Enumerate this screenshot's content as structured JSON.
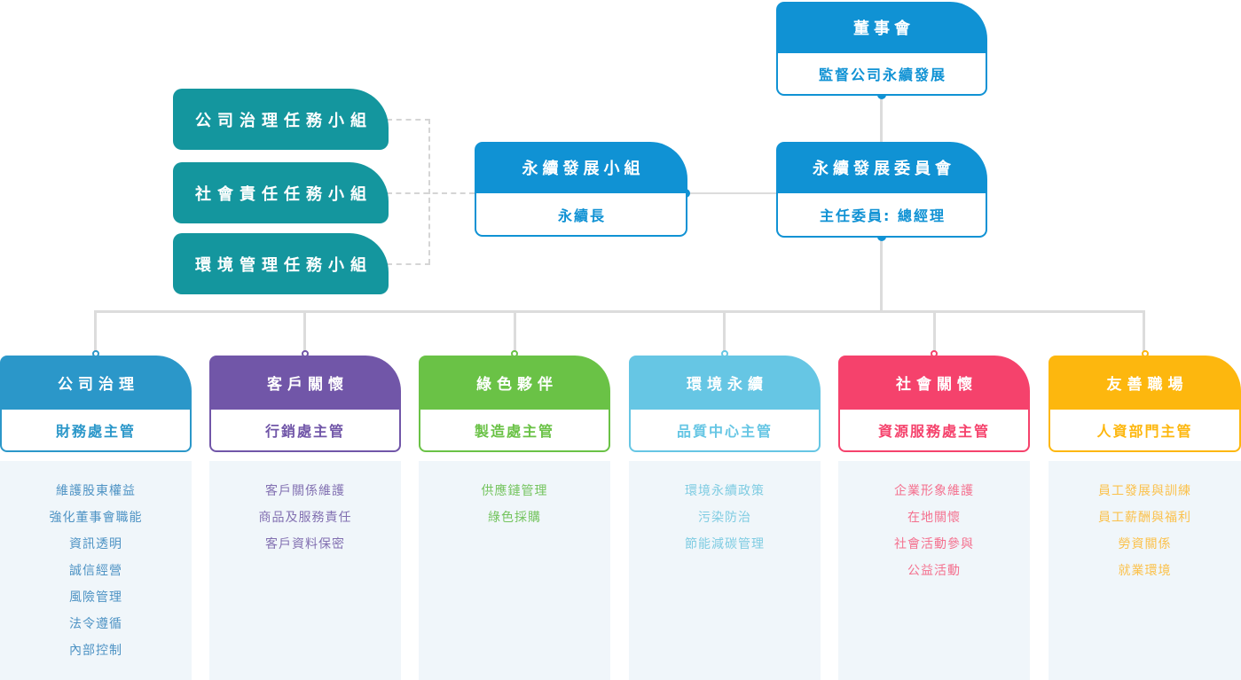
{
  "palette": {
    "primary_blue": "#1092d4",
    "teal": "#14969e",
    "line_gray": "#dcdcdc",
    "panel_bg": "#f0f6fa"
  },
  "board": {
    "title": "董事會",
    "subtitle": "監督公司永續發展"
  },
  "committee": {
    "title": "永續發展委員會",
    "subtitle": "主任委員: 總經理"
  },
  "group": {
    "title": "永續發展小組",
    "subtitle": "永續長"
  },
  "task_forces": [
    {
      "title": "公司治理任務小組"
    },
    {
      "title": "社會責任任務小組"
    },
    {
      "title": "環境管理任務小組"
    }
  ],
  "pillars": [
    {
      "title": "公司治理",
      "manager": "財務處主管",
      "color": "#2b97c9",
      "item_color": "#4e93c4",
      "items": [
        "維護股東權益",
        "強化董事會職能",
        "資訊透明",
        "誠信經營",
        "風險管理",
        "法令遵循",
        "內部控制"
      ]
    },
    {
      "title": "客戶關懷",
      "manager": "行銷處主管",
      "color": "#7156a8",
      "item_color": "#8270b1",
      "items": [
        "客戶關係維護",
        "商品及服務責任",
        "客戶資料保密"
      ]
    },
    {
      "title": "綠色夥伴",
      "manager": "製造處主管",
      "color": "#6ac246",
      "item_color": "#74c45e",
      "items": [
        "供應鏈管理",
        "綠色採購"
      ]
    },
    {
      "title": "環境永續",
      "manager": "品質中心主管",
      "color": "#66c6e4",
      "item_color": "#7fcce2",
      "items": [
        "環境永續政策",
        "污染防治",
        "節能減碳管理"
      ]
    },
    {
      "title": "社會關懷",
      "manager": "資源服務處主管",
      "color": "#f5426c",
      "item_color": "#f4718f",
      "items": [
        "企業形象維護",
        "在地關懷",
        "社會活動參與",
        "公益活動"
      ]
    },
    {
      "title": "友善職場",
      "manager": "人資部門主管",
      "color": "#fdb70e",
      "item_color": "#fbc14b",
      "items": [
        "員工發展與訓練",
        "員工薪酬與福利",
        "勞資關係",
        "就業環境"
      ]
    }
  ]
}
